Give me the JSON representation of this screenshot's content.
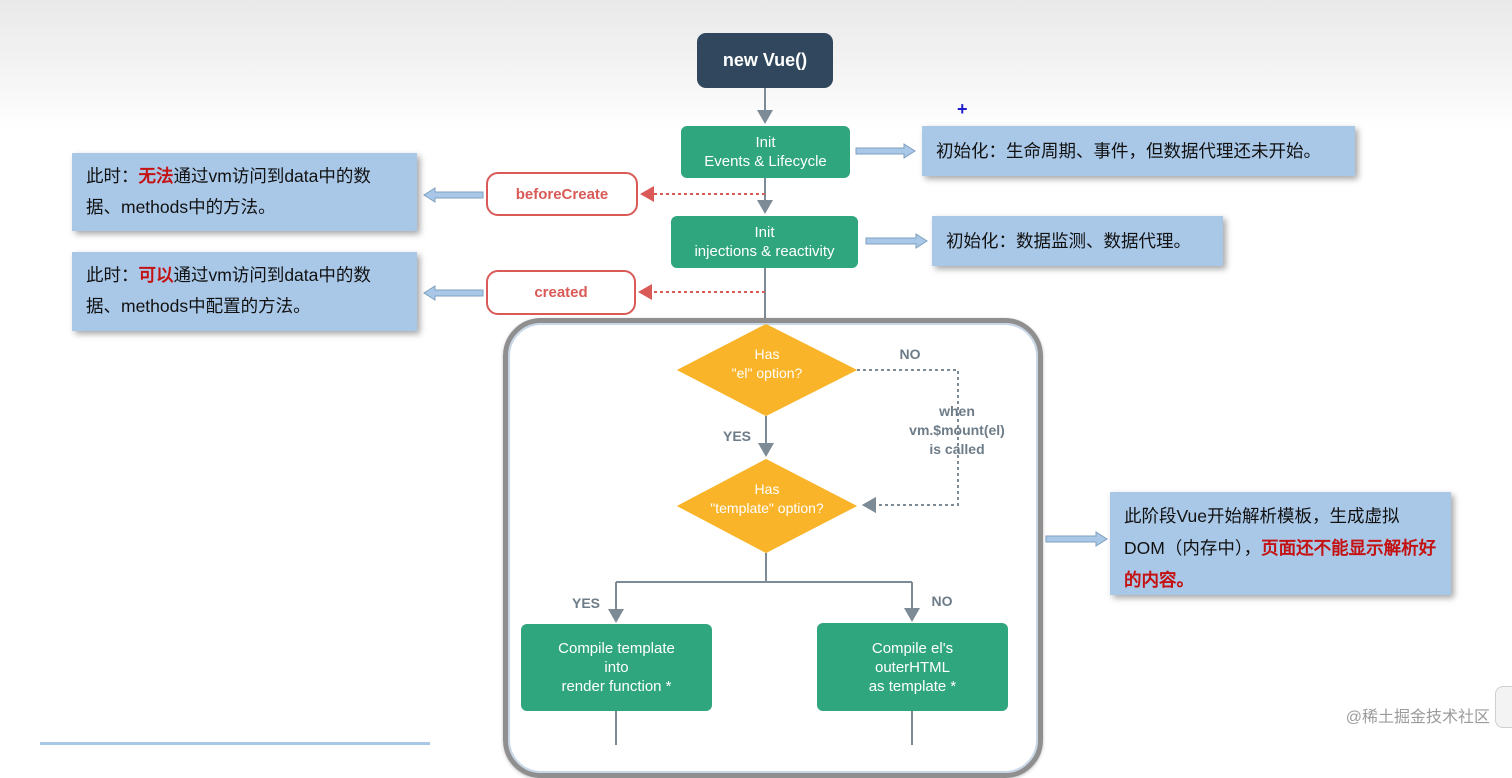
{
  "start": {
    "label": "new Vue()"
  },
  "steps": {
    "init_events": [
      "Init",
      "Events & Lifecycle"
    ],
    "init_injections": [
      "Init",
      "injections & reactivity"
    ],
    "compile_template": [
      "Compile template",
      "into",
      "render function *"
    ],
    "compile_el": [
      "Compile el's",
      "outerHTML",
      "as template *"
    ]
  },
  "hooks": {
    "before_create": "beforeCreate",
    "created": "created"
  },
  "decisions": {
    "has_el": [
      "Has",
      "\"el\" option?"
    ],
    "has_template": [
      "Has",
      "\"template\" option?"
    ]
  },
  "flow_labels": {
    "no_el": "NO",
    "yes_el": "YES",
    "when_mount": [
      "when",
      "vm.$mount(el)",
      "is called"
    ],
    "yes_template": "YES",
    "no_template": "NO"
  },
  "notes": {
    "init_events": "初始化：生命周期、事件，但数据代理还未开始。",
    "init_injections": "初始化：数据监测、数据代理。",
    "before_create": {
      "pre": "此时：",
      "emph": "无法",
      "post": "通过vm访问到data中的数据、methods中的方法。"
    },
    "created": {
      "pre": "此时：",
      "emph": "可以",
      "post": "通过vm访问到data中的数据、methods中配置的方法。"
    },
    "template": {
      "pre": "此阶段Vue开始解析模板，生成虚拟DOM（内存中），",
      "emph": "页面还不能显示解析好的内容。"
    }
  },
  "watermark": "@稀土掘金技术社区",
  "colors": {
    "dark": "#30475e",
    "green": "#2fa67d",
    "red": "#d95a57",
    "orange": "#f9b429",
    "note": "#a9c8e8",
    "line": "#7d8b96"
  }
}
